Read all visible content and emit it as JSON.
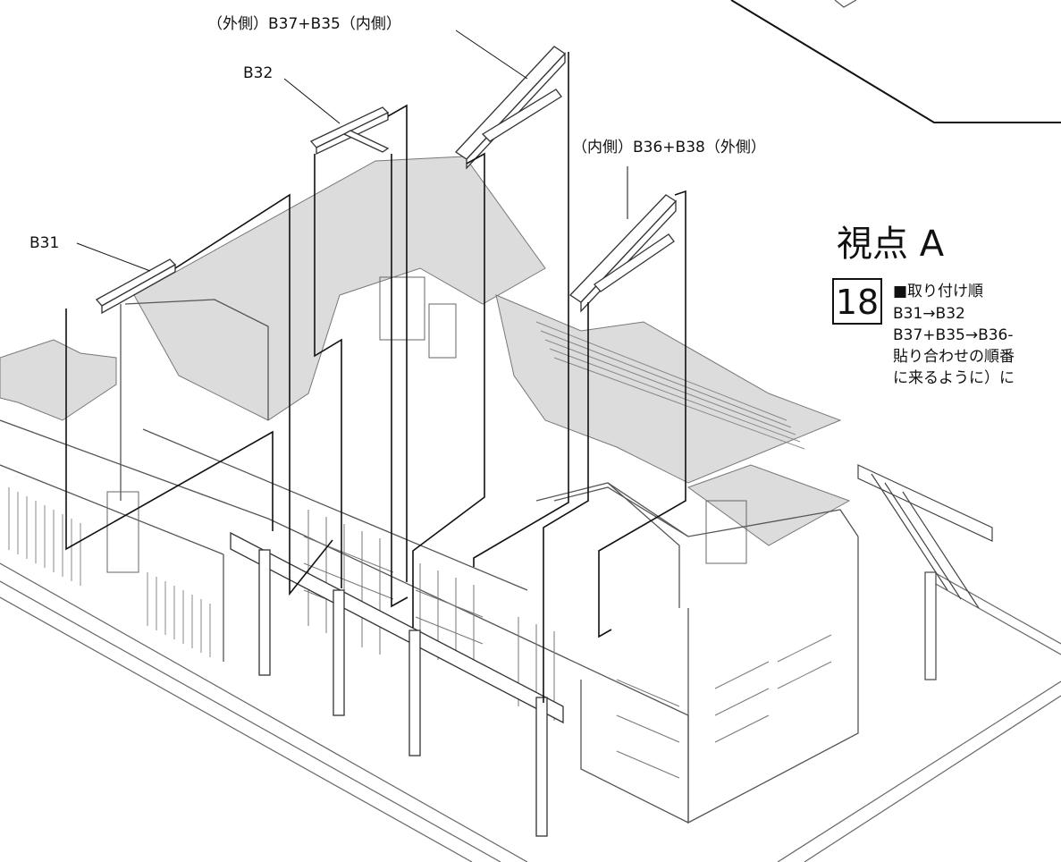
{
  "labels": {
    "b37_b35": "（外側）B37+B35（内側）",
    "b32": "B32",
    "b36_b38": "（内側）B36+B38（外側）",
    "b31": "B31"
  },
  "view": {
    "title": "視点 A"
  },
  "step": {
    "number": "18",
    "heading": "■取り付け順",
    "line1": "B31→B32",
    "line2": "B37+B35→B36-",
    "line3": "貼り合わせの順番",
    "line4": "に来るように）に"
  }
}
